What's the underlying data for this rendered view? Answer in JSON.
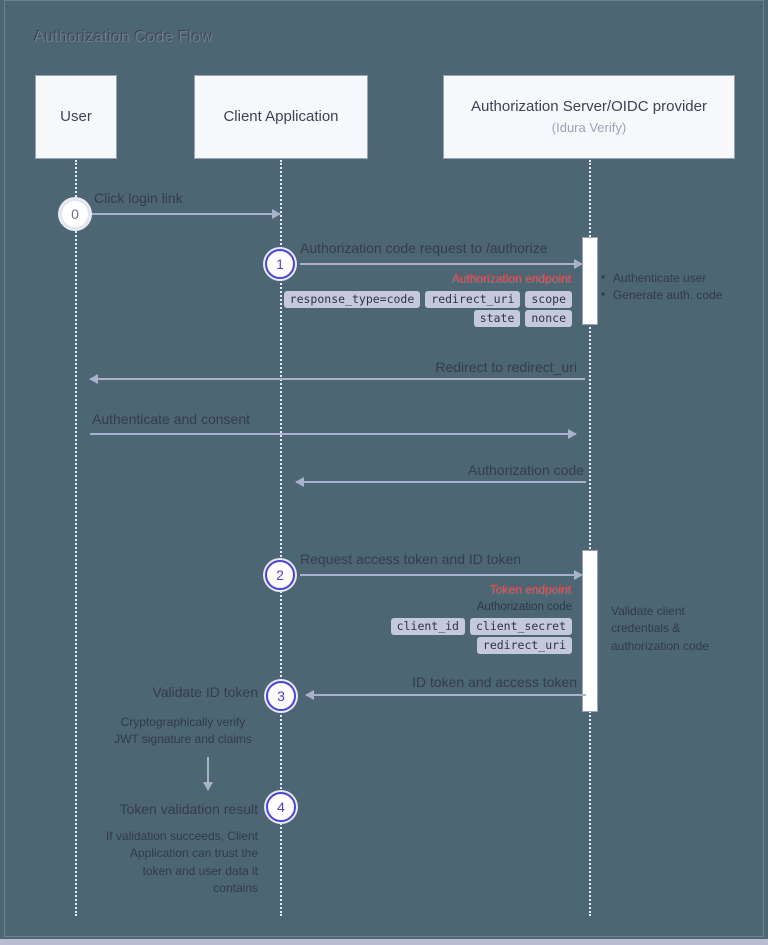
{
  "title": "Authorization Code Flow",
  "colors": {
    "background": "#4c6673",
    "actor_fill": "#f7f8fb",
    "arrow": "#aab1cc",
    "badge_accent": "#4b42d6",
    "endpoint_red": "#ff2b2b",
    "chip_fill": "#c5c9dd"
  },
  "actors": [
    {
      "name": "User",
      "subtitle": ""
    },
    {
      "name": "Client Application",
      "subtitle": ""
    },
    {
      "name": "Authorization Server/OIDC provider",
      "subtitle": "(Idura Verify)"
    }
  ],
  "messages": [
    {
      "label": "Click login link",
      "badge": "0",
      "direction": "right",
      "from": "User",
      "to": "Client Application"
    },
    {
      "label": "Authorization code request to /authorize",
      "badge": "1",
      "direction": "right",
      "from": "Client Application",
      "to": "Authorization Server/OIDC provider"
    },
    {
      "label": "Redirect to redirect_uri",
      "badge": "",
      "direction": "left",
      "from": "Authorization Server/OIDC provider",
      "to": "User"
    },
    {
      "label": "Authenticate and consent",
      "badge": "",
      "direction": "right",
      "from": "User",
      "to": "Authorization Server/OIDC provider"
    },
    {
      "label": "Authorization code",
      "badge": "",
      "direction": "left",
      "from": "Authorization Server/OIDC provider",
      "to": "Client Application"
    },
    {
      "label": "Request access token and ID token",
      "badge": "2",
      "direction": "right",
      "from": "Client Application",
      "to": "Authorization Server/OIDC provider"
    },
    {
      "label": "ID token and access token",
      "badge": "3",
      "direction": "left",
      "from": "Authorization Server/OIDC provider",
      "to": "Client Application"
    }
  ],
  "endpoints": [
    {
      "label": "Authorization endpoint"
    },
    {
      "label": "Token endpoint"
    }
  ],
  "param_chips": {
    "authorize_row1": [
      "response_type=code",
      "redirect_uri",
      "scope"
    ],
    "authorize_row2": [
      "state",
      "nonce"
    ],
    "token_caption": "Authorization code",
    "token_row1": [
      "client_id",
      "client_secret"
    ],
    "token_row2": [
      "redirect_uri"
    ]
  },
  "server_notes": [
    {
      "bullets": [
        "Authenticate user",
        "Generate auth. code"
      ]
    },
    {
      "text": "Validate client credentials & authorization code"
    }
  ],
  "client_steps": [
    {
      "badge": "3",
      "title": "Validate ID token",
      "note": "Cryptographically verify JWT signature and claims"
    },
    {
      "badge": "4",
      "title": "Token validation result",
      "note": "If validation succeeds, Client Application can trust the token and user data it contains"
    }
  ]
}
